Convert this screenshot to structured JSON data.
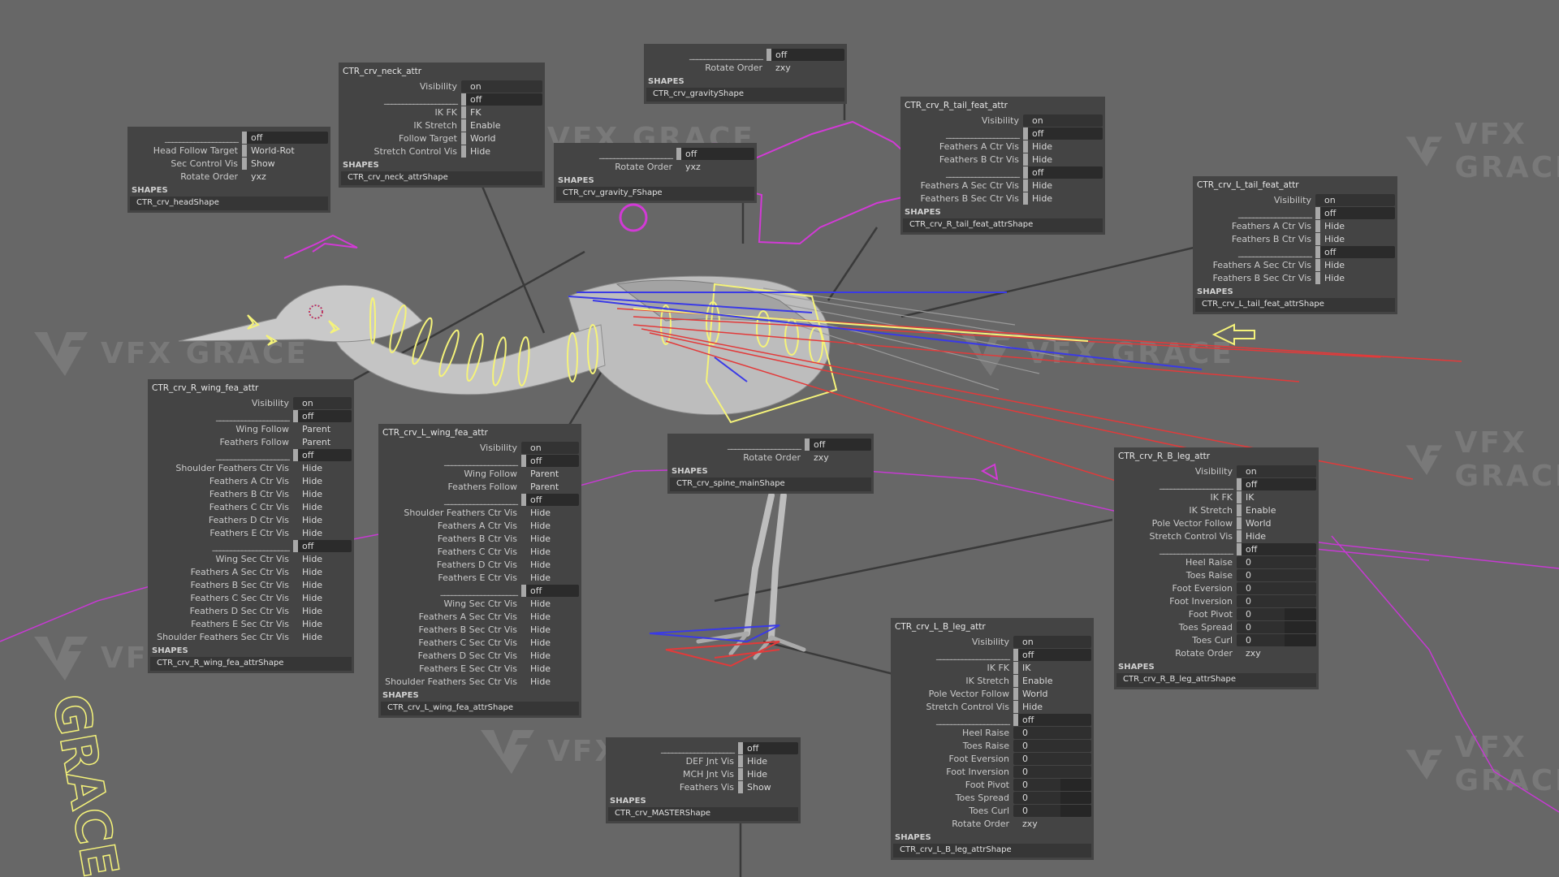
{
  "app": "Maya viewport - rig attribute panels",
  "watermark": {
    "text": "VFX GRACE",
    "side_text": "GRACE"
  },
  "colors": {
    "viewport_bg": "#676767",
    "panel_bg": "#444444",
    "field_bg": "#2b2b2b",
    "ctrl_yellow": "#f5f37a",
    "ctrl_red": "#e23a3a",
    "ctrl_blue": "#3a3ae6",
    "ctrl_magenta": "#d23ad6"
  },
  "panels": {
    "head": {
      "title": "",
      "rows": [
        {
          "label": "____________________",
          "value": "off",
          "kind": "sep"
        },
        {
          "label": "Head Follow Target",
          "value": "World-Rot",
          "kind": "enum"
        },
        {
          "label": "Sec Control Vis",
          "value": "Show",
          "kind": "enum"
        },
        {
          "label": "Rotate Order",
          "value": "yxz",
          "kind": "plain"
        }
      ],
      "shapes_header": "SHAPES",
      "shape": "CTR_crv_headShape"
    },
    "neck": {
      "title": "CTR_crv_neck_attr",
      "rows": [
        {
          "label": "Visibility",
          "value": "on",
          "kind": "field"
        },
        {
          "label": "____________________",
          "value": "off",
          "kind": "sep"
        },
        {
          "label": "IK FK",
          "value": "FK",
          "kind": "enum"
        },
        {
          "label": "IK Stretch",
          "value": "Enable",
          "kind": "enum"
        },
        {
          "label": "Follow Target",
          "value": "World",
          "kind": "enum"
        },
        {
          "label": "Stretch Control Vis",
          "value": "Hide",
          "kind": "enum"
        }
      ],
      "shapes_header": "SHAPES",
      "shape": "CTR_crv_neck_attrShape"
    },
    "gravity": {
      "title": "",
      "rows": [
        {
          "label": "____________________",
          "value": "off",
          "kind": "sep"
        },
        {
          "label": "Rotate Order",
          "value": "zxy",
          "kind": "plain"
        }
      ],
      "shapes_header": "SHAPES",
      "shape": "CTR_crv_gravityShape"
    },
    "gravity_f": {
      "title": "",
      "rows": [
        {
          "label": "____________________",
          "value": "off",
          "kind": "sep"
        },
        {
          "label": "Rotate Order",
          "value": "yxz",
          "kind": "plain"
        }
      ],
      "shapes_header": "SHAPES",
      "shape": "CTR_crv_gravity_FShape"
    },
    "r_tail": {
      "title": "CTR_crv_R_tail_feat_attr",
      "rows": [
        {
          "label": "Visibility",
          "value": "on",
          "kind": "field"
        },
        {
          "label": "____________________",
          "value": "off",
          "kind": "sep"
        },
        {
          "label": "Feathers A Ctr Vis",
          "value": "Hide",
          "kind": "enum"
        },
        {
          "label": "Feathers B Ctr Vis",
          "value": "Hide",
          "kind": "enum"
        },
        {
          "label": "____________________",
          "value": "off",
          "kind": "sep"
        },
        {
          "label": "Feathers A Sec Ctr Vis",
          "value": "Hide",
          "kind": "enum"
        },
        {
          "label": "Feathers B Sec Ctr Vis",
          "value": "Hide",
          "kind": "enum"
        }
      ],
      "shapes_header": "SHAPES",
      "shape": "CTR_crv_R_tail_feat_attrShape"
    },
    "l_tail": {
      "title": "CTR_crv_L_tail_feat_attr",
      "rows": [
        {
          "label": "Visibility",
          "value": "on",
          "kind": "field"
        },
        {
          "label": "____________________",
          "value": "off",
          "kind": "sep"
        },
        {
          "label": "Feathers A Ctr Vis",
          "value": "Hide",
          "kind": "enum"
        },
        {
          "label": "Feathers B Ctr Vis",
          "value": "Hide",
          "kind": "enum"
        },
        {
          "label": "____________________",
          "value": "off",
          "kind": "sep"
        },
        {
          "label": "Feathers A Sec Ctr Vis",
          "value": "Hide",
          "kind": "enum"
        },
        {
          "label": "Feathers B Sec Ctr Vis",
          "value": "Hide",
          "kind": "enum"
        }
      ],
      "shapes_header": "SHAPES",
      "shape": "CTR_crv_L_tail_feat_attrShape"
    },
    "r_wing": {
      "title": "CTR_crv_R_wing_fea_attr",
      "rows": [
        {
          "label": "Visibility",
          "value": "on",
          "kind": "field"
        },
        {
          "label": "____________________",
          "value": "off",
          "kind": "sep"
        },
        {
          "label": "Wing Follow",
          "value": "Parent",
          "kind": "plain"
        },
        {
          "label": "Feathers Follow",
          "value": "Parent",
          "kind": "plain"
        },
        {
          "label": "____________________",
          "value": "off",
          "kind": "sep"
        },
        {
          "label": "Shoulder Feathers Ctr Vis",
          "value": "Hide",
          "kind": "plain"
        },
        {
          "label": "Feathers A Ctr Vis",
          "value": "Hide",
          "kind": "plain"
        },
        {
          "label": "Feathers B Ctr Vis",
          "value": "Hide",
          "kind": "plain"
        },
        {
          "label": "Feathers C Ctr Vis",
          "value": "Hide",
          "kind": "plain"
        },
        {
          "label": "Feathers D Ctr Vis",
          "value": "Hide",
          "kind": "plain"
        },
        {
          "label": "Feathers E Ctr Vis",
          "value": "Hide",
          "kind": "plain"
        },
        {
          "label": "_____________________",
          "value": "off",
          "kind": "sep"
        },
        {
          "label": "Wing Sec Ctr Vis",
          "value": "Hide",
          "kind": "plain"
        },
        {
          "label": "Feathers A Sec Ctr Vis",
          "value": "Hide",
          "kind": "plain"
        },
        {
          "label": "Feathers B Sec Ctr Vis",
          "value": "Hide",
          "kind": "plain"
        },
        {
          "label": "Feathers C Sec Ctr Vis",
          "value": "Hide",
          "kind": "plain"
        },
        {
          "label": "Feathers D Sec Ctr Vis",
          "value": "Hide",
          "kind": "plain"
        },
        {
          "label": "Feathers E Sec Ctr Vis",
          "value": "Hide",
          "kind": "plain"
        },
        {
          "label": "Shoulder Feathers Sec Ctr Vis",
          "value": "Hide",
          "kind": "plain"
        }
      ],
      "shapes_header": "SHAPES",
      "shape": "CTR_crv_R_wing_fea_attrShape"
    },
    "l_wing": {
      "title": "CTR_crv_L_wing_fea_attr",
      "rows": [
        {
          "label": "Visibility",
          "value": "on",
          "kind": "field"
        },
        {
          "label": "____________________",
          "value": "off",
          "kind": "sep"
        },
        {
          "label": "Wing Follow",
          "value": "Parent",
          "kind": "plain"
        },
        {
          "label": "Feathers Follow",
          "value": "Parent",
          "kind": "plain"
        },
        {
          "label": "____________________",
          "value": "off",
          "kind": "sep"
        },
        {
          "label": "Shoulder Feathers Ctr Vis",
          "value": "Hide",
          "kind": "plain"
        },
        {
          "label": "Feathers A Ctr Vis",
          "value": "Hide",
          "kind": "plain"
        },
        {
          "label": "Feathers B Ctr Vis",
          "value": "Hide",
          "kind": "plain"
        },
        {
          "label": "Feathers C Ctr Vis",
          "value": "Hide",
          "kind": "plain"
        },
        {
          "label": "Feathers D Ctr Vis",
          "value": "Hide",
          "kind": "plain"
        },
        {
          "label": "Feathers E Ctr Vis",
          "value": "Hide",
          "kind": "plain"
        },
        {
          "label": "_____________________",
          "value": "off",
          "kind": "sep"
        },
        {
          "label": "Wing Sec Ctr Vis",
          "value": "Hide",
          "kind": "plain"
        },
        {
          "label": "Feathers A Sec Ctr Vis",
          "value": "Hide",
          "kind": "plain"
        },
        {
          "label": "Feathers B Sec Ctr Vis",
          "value": "Hide",
          "kind": "plain"
        },
        {
          "label": "Feathers C Sec Ctr Vis",
          "value": "Hide",
          "kind": "plain"
        },
        {
          "label": "Feathers D Sec Ctr Vis",
          "value": "Hide",
          "kind": "plain"
        },
        {
          "label": "Feathers E Sec Ctr Vis",
          "value": "Hide",
          "kind": "plain"
        },
        {
          "label": "Shoulder Feathers Sec Ctr Vis",
          "value": "Hide",
          "kind": "plain"
        }
      ],
      "shapes_header": "SHAPES",
      "shape": "CTR_crv_L_wing_fea_attrShape"
    },
    "spine": {
      "title": "",
      "rows": [
        {
          "label": "____________________",
          "value": "off",
          "kind": "sep"
        },
        {
          "label": "Rotate Order",
          "value": "zxy",
          "kind": "plain"
        }
      ],
      "shapes_header": "SHAPES",
      "shape": "CTR_crv_spine_mainShape"
    },
    "r_leg": {
      "title": "CTR_crv_R_B_leg_attr",
      "rows": [
        {
          "label": "Visibility",
          "value": "on",
          "kind": "field"
        },
        {
          "label": "____________________",
          "value": "off",
          "kind": "sep"
        },
        {
          "label": "IK FK",
          "value": "IK",
          "kind": "enum"
        },
        {
          "label": "IK Stretch",
          "value": "Enable",
          "kind": "enum"
        },
        {
          "label": "Pole Vector Follow",
          "value": "World",
          "kind": "enum"
        },
        {
          "label": "Stretch Control Vis",
          "value": "Hide",
          "kind": "enum"
        },
        {
          "label": "____________________",
          "value": "off",
          "kind": "sep"
        },
        {
          "label": "Heel Raise",
          "value": "0",
          "kind": "num"
        },
        {
          "label": "Toes Raise",
          "value": "0",
          "kind": "num"
        },
        {
          "label": "Foot Eversion",
          "value": "0",
          "kind": "num"
        },
        {
          "label": "Foot Inversion",
          "value": "0",
          "kind": "num"
        },
        {
          "label": "Foot Pivot",
          "value": "0",
          "kind": "slider"
        },
        {
          "label": "Toes Spread",
          "value": "0",
          "kind": "slider"
        },
        {
          "label": "Toes Curl",
          "value": "0",
          "kind": "slider"
        },
        {
          "label": "Rotate Order",
          "value": "zxy",
          "kind": "plain"
        }
      ],
      "shapes_header": "SHAPES",
      "shape": "CTR_crv_R_B_leg_attrShape"
    },
    "l_leg": {
      "title": "CTR_crv_L_B_leg_attr",
      "rows": [
        {
          "label": "Visibility",
          "value": "on",
          "kind": "field"
        },
        {
          "label": "____________________",
          "value": "off",
          "kind": "sep"
        },
        {
          "label": "IK FK",
          "value": "IK",
          "kind": "enum"
        },
        {
          "label": "IK Stretch",
          "value": "Enable",
          "kind": "enum"
        },
        {
          "label": "Pole Vector Follow",
          "value": "World",
          "kind": "enum"
        },
        {
          "label": "Stretch Control Vis",
          "value": "Hide",
          "kind": "enum"
        },
        {
          "label": "____________________",
          "value": "off",
          "kind": "sep"
        },
        {
          "label": "Heel Raise",
          "value": "0",
          "kind": "num"
        },
        {
          "label": "Toes Raise",
          "value": "0",
          "kind": "num"
        },
        {
          "label": "Foot Eversion",
          "value": "0",
          "kind": "num"
        },
        {
          "label": "Foot Inversion",
          "value": "0",
          "kind": "num"
        },
        {
          "label": "Foot Pivot",
          "value": "0",
          "kind": "slider"
        },
        {
          "label": "Toes Spread",
          "value": "0",
          "kind": "slider"
        },
        {
          "label": "Toes Curl",
          "value": "0",
          "kind": "slider"
        },
        {
          "label": "Rotate Order",
          "value": "zxy",
          "kind": "plain"
        }
      ],
      "shapes_header": "SHAPES",
      "shape": "CTR_crv_L_B_leg_attrShape"
    },
    "master": {
      "title": "",
      "rows": [
        {
          "label": "____________________",
          "value": "off",
          "kind": "sep"
        },
        {
          "label": "DEF Jnt Vis",
          "value": "Hide",
          "kind": "enum"
        },
        {
          "label": "MCH Jnt Vis",
          "value": "Hide",
          "kind": "enum"
        },
        {
          "label": "Feathers Vis",
          "value": "Show",
          "kind": "enum"
        }
      ],
      "shapes_header": "SHAPES",
      "shape": "CTR_crv_MASTERShape"
    }
  }
}
